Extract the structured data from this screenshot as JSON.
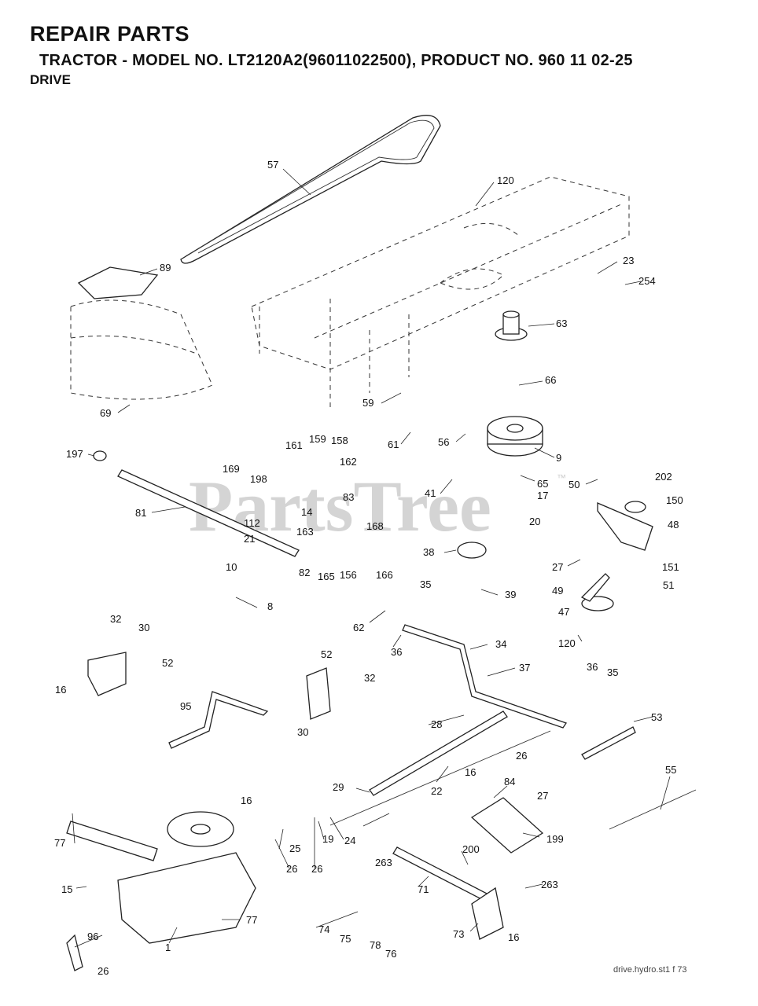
{
  "header": {
    "title": "REPAIR PARTS",
    "subtitle": "TRACTOR - MODEL NO. LT2120A2(96011022500),  PRODUCT NO. 960 11 02-25",
    "section": "DRIVE"
  },
  "watermark": "PartsTree",
  "watermark_mark": "™",
  "footer": "drive.hydro.st1 f 73",
  "labels": [
    "57",
    "120",
    "89",
    "23",
    "254",
    "63",
    "66",
    "69",
    "59",
    "61",
    "56",
    "9",
    "197",
    "161",
    "159",
    "158",
    "162",
    "198",
    "169",
    "83",
    "14",
    "168",
    "163",
    "112",
    "81",
    "21",
    "41",
    "65",
    "17",
    "20",
    "50",
    "202",
    "150",
    "48",
    "38",
    "27",
    "151",
    "51",
    "49",
    "47",
    "82",
    "10",
    "165",
    "156",
    "166",
    "35",
    "39",
    "8",
    "62",
    "32",
    "30",
    "52",
    "16",
    "36",
    "34",
    "120",
    "37",
    "36",
    "35",
    "95",
    "30",
    "32",
    "52",
    "28",
    "53",
    "26",
    "29",
    "22",
    "16",
    "84",
    "27",
    "55",
    "77",
    "16",
    "25",
    "19",
    "24",
    "26",
    "26",
    "199",
    "200",
    "263",
    "15",
    "71",
    "263",
    "73",
    "16",
    "77",
    "74",
    "75",
    "78",
    "76",
    "96",
    "1",
    "26"
  ]
}
